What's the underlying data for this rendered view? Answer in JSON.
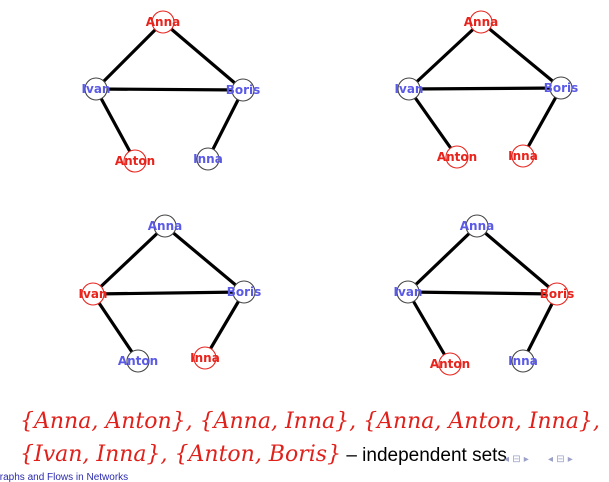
{
  "colors": {
    "in_set": "#e8231c",
    "not_in_set": "#5a5ae6",
    "edge": "#000000",
    "math_text": "#e0201a",
    "footer": "#2b2bb0"
  },
  "graphs": [
    {
      "id": "top-left",
      "in_set": [
        "Anna",
        "Anton"
      ]
    },
    {
      "id": "top-right",
      "in_set": [
        "Anna",
        "Anton",
        "Inna"
      ]
    },
    {
      "id": "bottom-left",
      "in_set": [
        "Ivan",
        "Inna"
      ]
    },
    {
      "id": "bottom-right",
      "in_set": [
        "Anton",
        "Boris"
      ]
    }
  ],
  "nodes": [
    "Anna",
    "Ivan",
    "Boris",
    "Anton",
    "Inna"
  ],
  "edges": [
    [
      "Anna",
      "Ivan"
    ],
    [
      "Anna",
      "Boris"
    ],
    [
      "Ivan",
      "Boris"
    ],
    [
      "Ivan",
      "Anton"
    ],
    [
      "Boris",
      "Inna"
    ]
  ],
  "caption": {
    "line1": "{Anna, Anton}, {Anna, Inna}, {Anna, Anton, Inna},",
    "line2_math": "{Ivan, Inna}, {Anton, Boris}",
    "line2_plain": " – independent sets"
  },
  "footer": {
    "title": "Graphs and Flows in Networks"
  },
  "nav_icons": [
    "frame-nav-icon",
    "section-nav-icon"
  ]
}
